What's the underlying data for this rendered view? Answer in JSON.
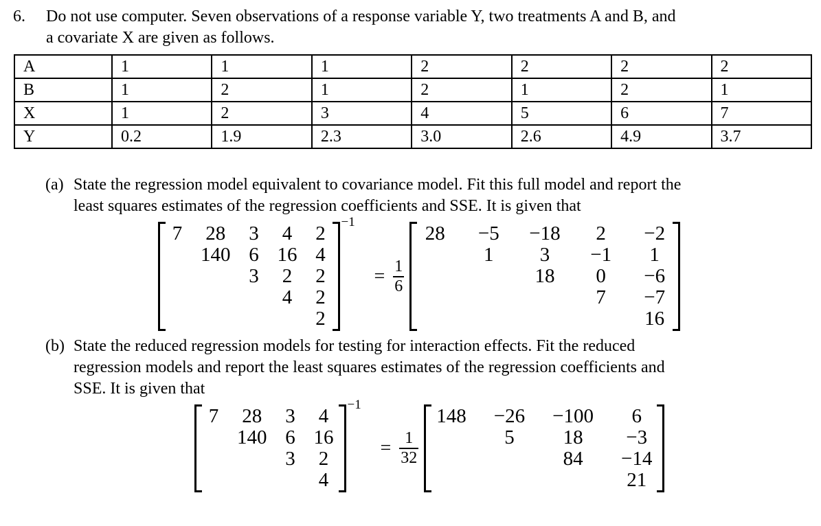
{
  "problem": {
    "number": "6.",
    "lines": [
      "Do not use computer. Seven observations of a response variable Y, two treatments A and B, and",
      "a covariate X are given as follows."
    ]
  },
  "table": {
    "rows": [
      {
        "label": "A",
        "values": [
          "1",
          "1",
          "1",
          "2",
          "2",
          "2",
          "2"
        ]
      },
      {
        "label": "B",
        "values": [
          "1",
          "2",
          "1",
          "2",
          "1",
          "2",
          "1"
        ]
      },
      {
        "label": "X",
        "values": [
          "1",
          "2",
          "3",
          "4",
          "5",
          "6",
          "7"
        ]
      },
      {
        "label": "Y",
        "values": [
          "0.2",
          "1.9",
          "2.3",
          "3.0",
          "2.6",
          "4.9",
          "3.7"
        ]
      }
    ]
  },
  "part_a": {
    "label": "(a)",
    "lines": [
      "State the regression model equivalent to covariance model. Fit this full model and report the",
      "least squares estimates of the regression coefficients and SSE. It is given that"
    ],
    "equation": {
      "exponent": "−1",
      "equals_sign": "=",
      "fraction_numerator": "1",
      "fraction_denominator": "6",
      "left_matrix": [
        [
          "7",
          "28",
          "3",
          "4",
          "2"
        ],
        [
          "",
          "140",
          "6",
          "16",
          "4"
        ],
        [
          "",
          "",
          "3",
          "2",
          "2"
        ],
        [
          "",
          "",
          "",
          "4",
          "2"
        ],
        [
          "",
          "",
          "",
          "",
          "2"
        ]
      ],
      "right_matrix": [
        [
          "28",
          "−5",
          "−18",
          "2",
          "−2"
        ],
        [
          "",
          "1",
          "3",
          "−1",
          "1"
        ],
        [
          "",
          "",
          "18",
          "0",
          "−6"
        ],
        [
          "",
          "",
          "",
          "7",
          "−7"
        ],
        [
          "",
          "",
          "",
          "",
          "16"
        ]
      ]
    }
  },
  "part_b": {
    "label": "(b)",
    "lines": [
      "State the reduced regression models for testing for interaction effects. Fit the reduced",
      "regression models and report the least squares estimates of the regression coefficients and",
      "SSE. It is given that"
    ],
    "equation": {
      "exponent": "−1",
      "equals_sign": "=",
      "fraction_numerator": "1",
      "fraction_denominator": "32",
      "left_matrix": [
        [
          "7",
          "28",
          "3",
          "4"
        ],
        [
          "",
          "140",
          "6",
          "16"
        ],
        [
          "",
          "",
          "3",
          "2"
        ],
        [
          "",
          "",
          "",
          "4"
        ]
      ],
      "right_matrix": [
        [
          "148",
          "−26",
          "−100",
          "6"
        ],
        [
          "",
          "5",
          "18",
          "−3"
        ],
        [
          "",
          "",
          "84",
          "−14"
        ],
        [
          "",
          "",
          "",
          "21"
        ]
      ]
    }
  }
}
